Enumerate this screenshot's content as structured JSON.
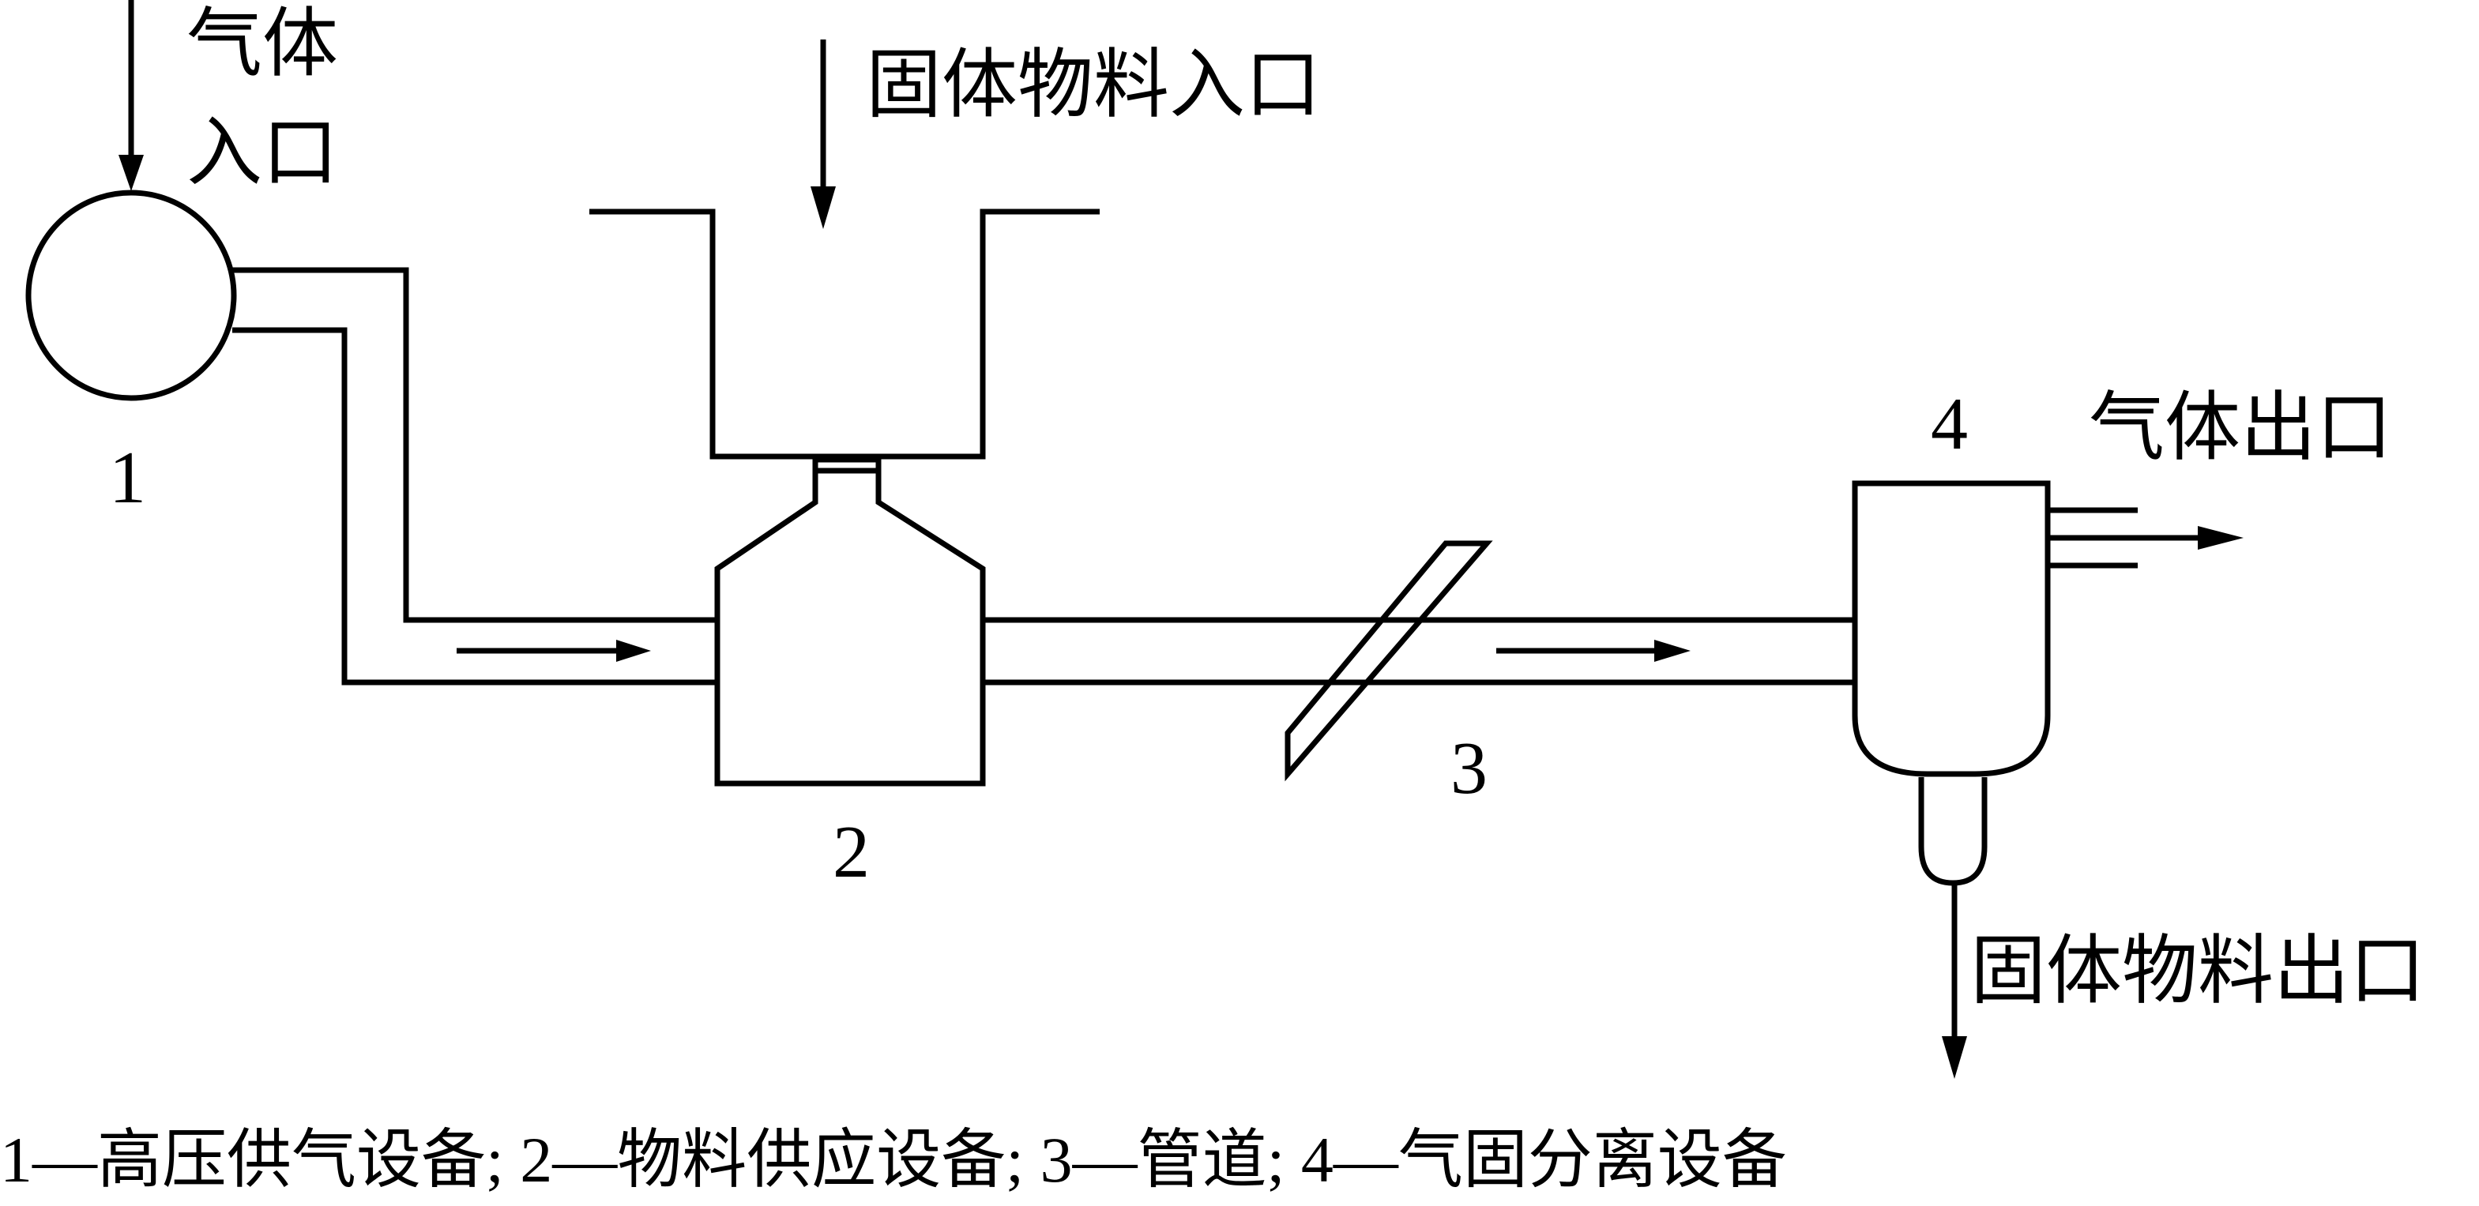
{
  "labels": {
    "gas_inlet_line1": "气体",
    "gas_inlet_line2": "入口",
    "solid_inlet": "固体物料入口",
    "gas_outlet": "气体出口",
    "solid_outlet": "固体物料出口"
  },
  "components": [
    {
      "number": "1",
      "name": "高压供气设备"
    },
    {
      "number": "2",
      "name": "物料供应设备"
    },
    {
      "number": "3",
      "name": "管道"
    },
    {
      "number": "4",
      "name": "气固分离设备"
    }
  ],
  "caption": "1—高压供气设备; 2—物料供应设备; 3—管道; 4—气固分离设备",
  "colors": {
    "line": "#000000",
    "background": "#ffffff"
  }
}
